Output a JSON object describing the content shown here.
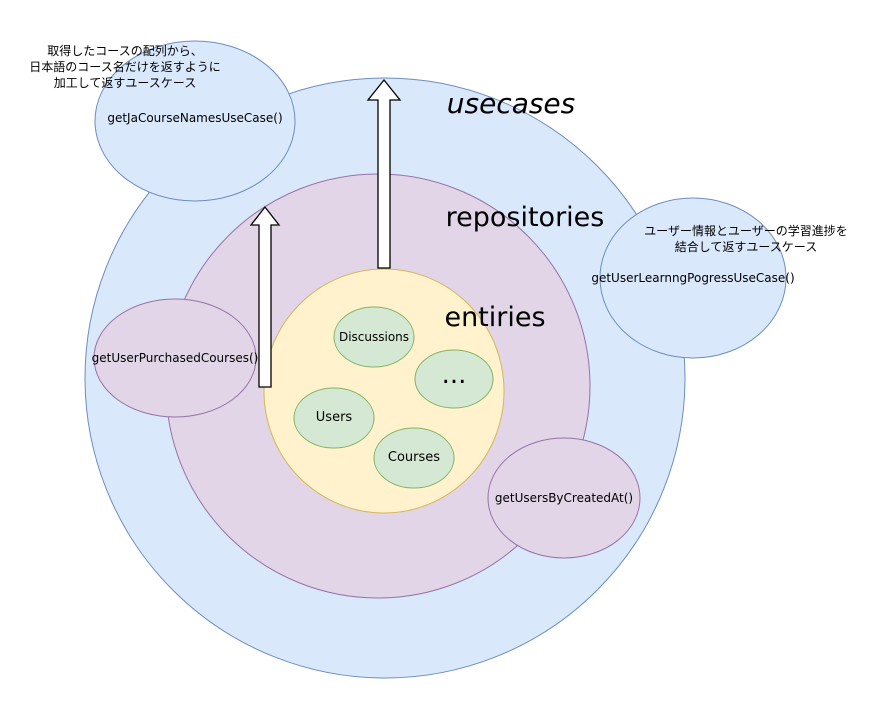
{
  "layers": {
    "usecases": "usecases",
    "repositories": "repositories",
    "entities": "entiries"
  },
  "entities": {
    "discussions": "Discussions",
    "ellipsis": "...",
    "users": "Users",
    "courses": "Courses"
  },
  "usecase_nodes": {
    "ja_course_names": {
      "label": "getJaCourseNamesUseCase()",
      "note": "取得したコースの配列から、\n日本語のコース名だけを返すように\n加工して返すユースケース"
    },
    "user_learning_progress": {
      "label": "getUserLearnngPogressUseCase()",
      "note": "ユーザー情報とユーザーの学習進捗を\n結合して返すユースケース"
    }
  },
  "repository_nodes": {
    "user_purchased_courses": "getUserPurchasedCourses()",
    "users_by_created_at": "getUsersByCreatedAt()"
  },
  "colors": {
    "usecase_fill": "#dae8fc",
    "usecase_stroke": "#6c8ebf",
    "repository_fill": "#e1d5e7",
    "repository_stroke": "#9673a6",
    "entity_fill": "#fff2cc",
    "entity_stroke": "#d6b656",
    "entity_node_fill": "#d5e8d4",
    "entity_node_stroke": "#82b366"
  }
}
